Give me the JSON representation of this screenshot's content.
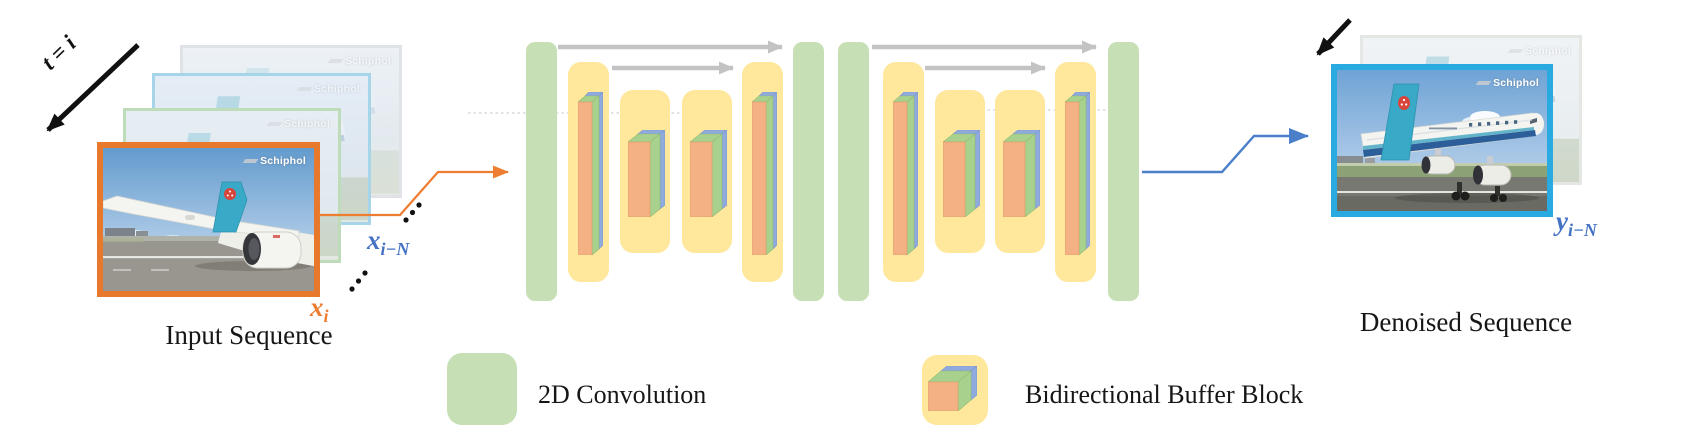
{
  "figure": {
    "time_label": "t = i",
    "watermark": "Schiphol",
    "input": {
      "caption": "Input Sequence",
      "frame_label": {
        "base": "x",
        "sub": "i"
      },
      "hidden_frame_label": {
        "base": "x",
        "sub": "i−N"
      }
    },
    "output": {
      "caption": "Denoised Sequence",
      "frame_label": {
        "base": "y",
        "sub": "i−N"
      }
    },
    "legend": {
      "conv": {
        "label": "2D Convolution"
      },
      "buffer": {
        "label": "Bidirectional Buffer Block"
      }
    },
    "palette": {
      "conv_green": "#C7DFB5",
      "buffer_yellow": "#FFE79C",
      "slab_orange": "#F4B183",
      "slab_green": "#A9D18E",
      "slab_blue": "#8FAADC",
      "skip_arrow_gray": "#C3C3C3",
      "input_orange": "#ED7D31",
      "label_blue": "#4472C4",
      "output_border_blue": "#29ABE2",
      "input_border_orange": "#E8792C"
    }
  }
}
